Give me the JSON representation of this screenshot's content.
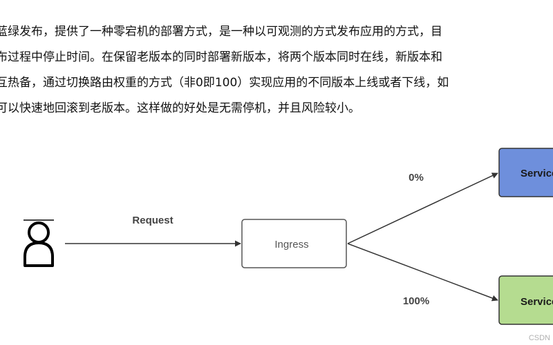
{
  "paragraph": {
    "lines": [
      "蓝绿发布，提供了一种零宕机的部署方式，是一种以可观测的方式发布应用的方式，目",
      "布过程中停止时间。在保留老版本的同时部署新版本，将两个版本同时在线，新版本和",
      "互热备，通过切换路由权重的方式（非0即100）实现应用的不同版本上线或者下线，如",
      "可以快速地回滚到老版本。这样做的好处是无需停机，并且风险较小。"
    ]
  },
  "diagram": {
    "request_label": "Request",
    "ingress_label": "Ingress",
    "edges": [
      {
        "label": "0%",
        "target": "Service"
      },
      {
        "label": "100%",
        "target": "Service"
      }
    ],
    "services": [
      {
        "label": "Service",
        "color": "#6e8fdc"
      },
      {
        "label": "Service",
        "color": "#b5dc90"
      }
    ]
  },
  "watermark": "CSDN"
}
